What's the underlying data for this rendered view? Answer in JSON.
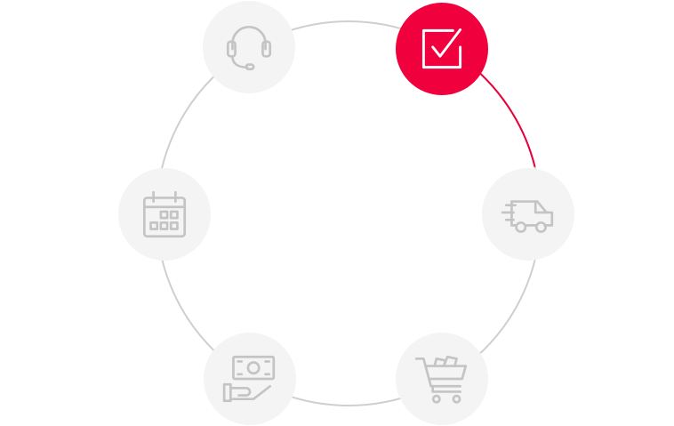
{
  "colors": {
    "ring": "#cfcfcf",
    "progress": "#e8003b",
    "active_node": "#f0003c",
    "inactive_node": "#f4f4f4",
    "inactive_icon": "#c4c4c4",
    "active_icon": "#ffffff"
  },
  "steps": [
    {
      "id": "support",
      "icon": "headset-icon",
      "active": false
    },
    {
      "id": "confirm",
      "icon": "checkbox-check-icon",
      "active": true
    },
    {
      "id": "delivery",
      "icon": "delivery-van-icon",
      "active": false
    },
    {
      "id": "cart",
      "icon": "shopping-cart-icon",
      "active": false
    },
    {
      "id": "payment",
      "icon": "cash-in-hand-icon",
      "active": false
    },
    {
      "id": "schedule",
      "icon": "calendar-icon",
      "active": false
    }
  ],
  "progress_arc": {
    "from_step": "confirm",
    "to_step": "delivery"
  }
}
